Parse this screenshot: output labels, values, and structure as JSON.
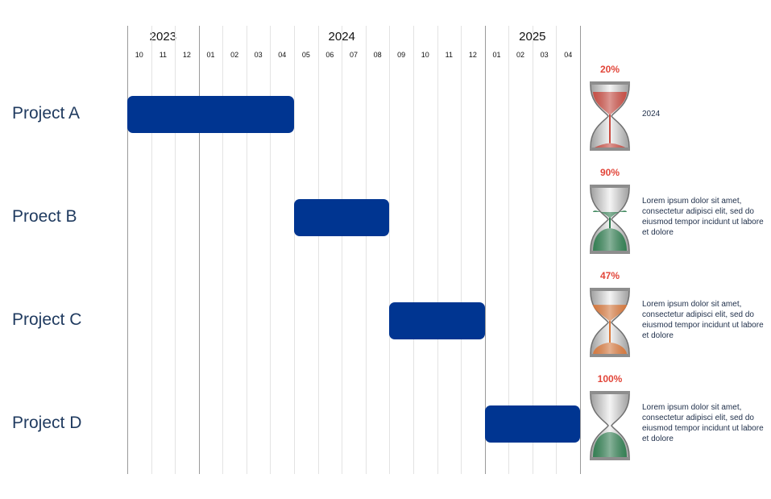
{
  "chart_data": {
    "type": "gantt",
    "years": [
      {
        "label": "2023",
        "months": [
          "10",
          "11",
          "12"
        ]
      },
      {
        "label": "2024",
        "months": [
          "01",
          "02",
          "03",
          "04",
          "05",
          "06",
          "07",
          "08",
          "09",
          "10",
          "11",
          "12"
        ]
      },
      {
        "label": "2025",
        "months": [
          "01",
          "02",
          "03",
          "04"
        ]
      }
    ],
    "tasks": [
      {
        "name": "Project A",
        "start": "2023-10",
        "end": "2024-04",
        "progress": 20,
        "progress_label": "20%",
        "sand_color": "#c94a40",
        "note": "2024"
      },
      {
        "name": "Proect B",
        "start": "2024-05",
        "end": "2024-08",
        "progress": 90,
        "progress_label": "90%",
        "sand_color": "#2e7d4f",
        "note": "Lorem ipsum dolor sit amet, consectetur adipisci elit, sed do eiusmod tempor incidunt ut labore et dolore"
      },
      {
        "name": "Project C",
        "start": "2024-09",
        "end": "2024-12",
        "progress": 47,
        "progress_label": "47%",
        "sand_color": "#d9773a",
        "note": "Lorem ipsum dolor sit amet, consectetur adipisci elit, sed do eiusmod tempor incidunt ut labore et dolore"
      },
      {
        "name": "Project D",
        "start": "2025-01",
        "end": "2025-04",
        "progress": 100,
        "progress_label": "100%",
        "sand_color": "#2e7d4f",
        "note": "Lorem ipsum dolor sit amet, consectetur adipisci elit, sed do eiusmod tempor incidunt ut labore et dolore"
      }
    ],
    "colors": {
      "bar": "#003591",
      "percent_text": "#e2463a",
      "label_text": "#1f3a5f",
      "glass": "#b9b9b9"
    }
  }
}
